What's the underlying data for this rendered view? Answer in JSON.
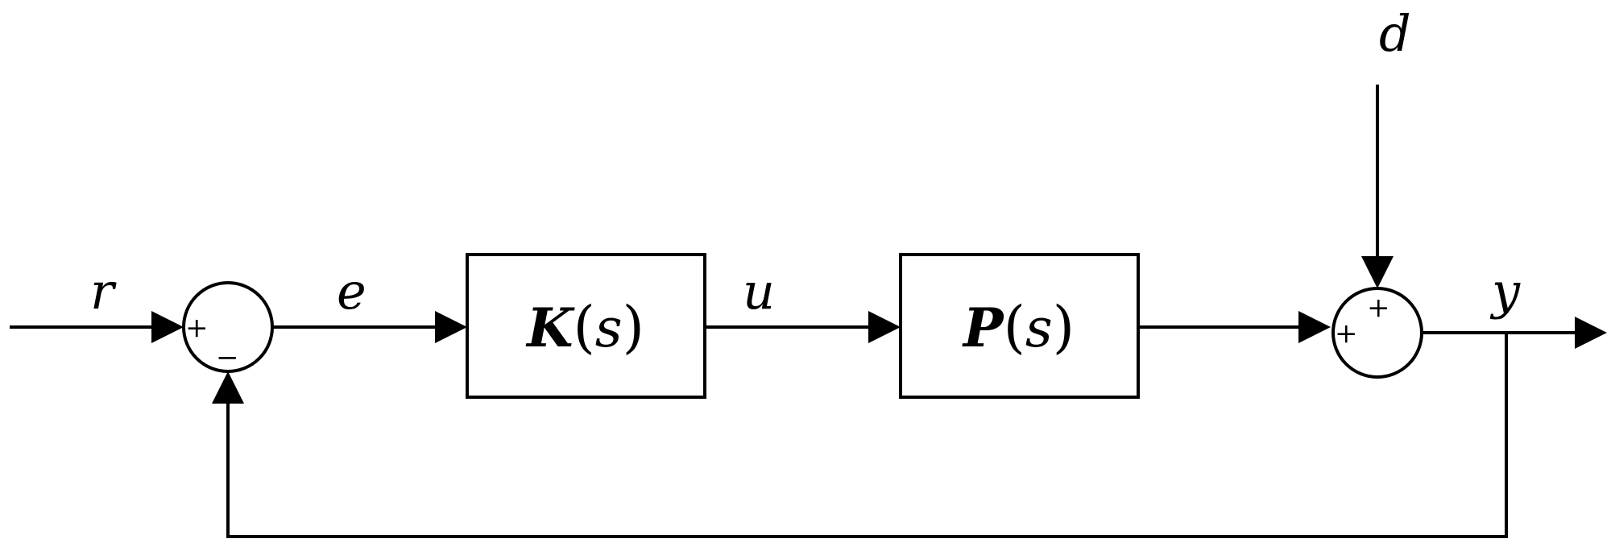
{
  "signals": {
    "reference": "r",
    "error": "e",
    "control": "u",
    "disturbance": "d",
    "output": "y"
  },
  "blocks": {
    "controller": {
      "symbol": "K",
      "open": "(",
      "argument": "s",
      "close": ")"
    },
    "plant": {
      "symbol": "P",
      "open": "(",
      "argument": "s",
      "close": ")"
    }
  },
  "summing_junctions": {
    "feedback": {
      "left_sign": "+",
      "bottom_sign": "−"
    },
    "disturbance": {
      "left_sign": "+",
      "top_sign": "+"
    }
  }
}
